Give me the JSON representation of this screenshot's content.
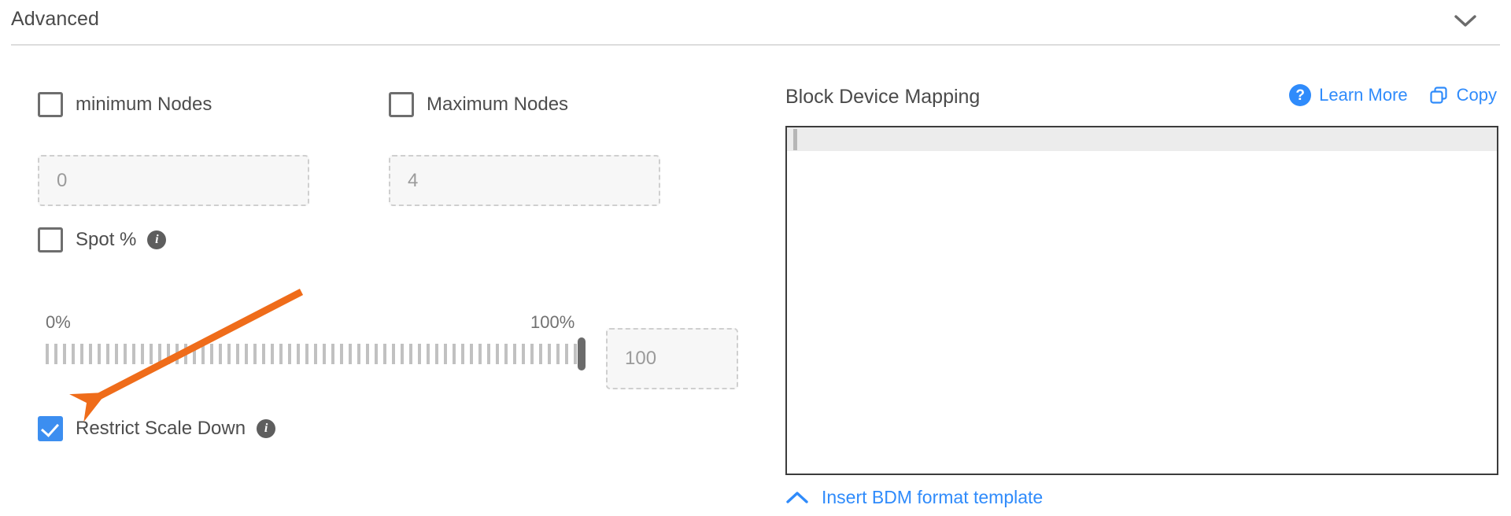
{
  "section": {
    "title": "Advanced",
    "collapse_icon": "chevron-down-icon"
  },
  "scaling": {
    "min_nodes": {
      "label": "minimum Nodes",
      "checked": false,
      "input_placeholder": "0"
    },
    "max_nodes": {
      "label": "Maximum Nodes",
      "checked": false,
      "input_placeholder": "4"
    },
    "spot": {
      "label": "Spot %",
      "checked": false,
      "info_icon": "info-icon",
      "info_glyph": "i"
    },
    "slider": {
      "min_label": "0%",
      "max_label": "100%",
      "value": 100,
      "value_field_placeholder": "100"
    },
    "restrict_scale_down": {
      "label": "Restrict Scale Down",
      "checked": true,
      "info_icon": "info-icon",
      "info_glyph": "i"
    }
  },
  "bdm": {
    "title": "Block Device Mapping",
    "learn_more": "Learn More",
    "learn_more_icon": "question-mark-circle-icon",
    "copy": "Copy",
    "copy_icon": "copy-icon",
    "editor_content": "",
    "footer_link": "Insert BDM format template",
    "footer_icon": "chevron-up-icon"
  },
  "annotation": {
    "type": "arrow",
    "color": "#ef6c1a",
    "points_to": "restrict-scale-down-checkbox"
  },
  "colors": {
    "accent_blue": "#2f8bfb",
    "checkbox_checked": "#3c8ef0",
    "annotation_orange": "#ef6c1a",
    "text_primary": "#4a4a4a",
    "placeholder": "#9b9b9b"
  }
}
